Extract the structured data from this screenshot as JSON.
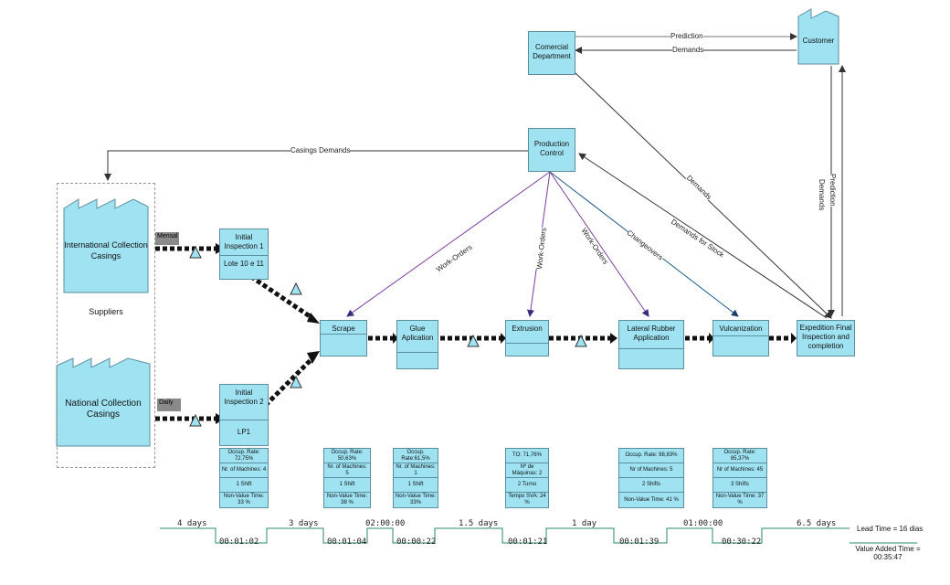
{
  "suppliers": {
    "international": "International Collection Casings",
    "national": "National Collection Casings",
    "label": "Suppliers"
  },
  "customer": "Customer",
  "commercial": "Comercial Department",
  "production_control": "Production Control",
  "trucks": {
    "monthly": "Mensal",
    "daily": "Daily"
  },
  "processes": {
    "ii1_title": "Initial Inspection 1",
    "ii1_sub": "Lote 10 e 11",
    "ii2_title": "Initial Inspection 2",
    "ii2_sub": "LP1",
    "scrape": "Scrape",
    "glue": "Glue Aplication",
    "extrusion": "Extrusion",
    "lateral": "Lateral Rubber Application",
    "vulcanization": "Vulcanization",
    "expedition": "Expedition Final Inspection and completion"
  },
  "flows": {
    "prediction": "Prediction",
    "demands": "Demands",
    "casings_demands": "Casings Demands",
    "work_orders": "Work-Orders",
    "changeovers": "Changeovers",
    "demands_for_stock": "Demands for Stock"
  },
  "data_boxes": {
    "ii": [
      "Occup. Rate: 72,75%",
      "Nr. of Machines: 4",
      "1 Shift",
      "Non-Value Time: 33 %"
    ],
    "scrape": [
      "Occup. Rate: 50,63%",
      "Nr. of Machines: 5",
      "1 Shift",
      "Non-Value Time: 38 %"
    ],
    "glue": [
      "Occup. Rate:61,5%",
      "Nr. of Machines: 1",
      "1 Shift",
      "Non-Value Time: 33%"
    ],
    "extrusion": [
      "TO: 71,76%",
      "Nº de Máquinas: 2",
      "2 Turno",
      "Tempo SVA: 24 %"
    ],
    "lateral": [
      "Occup. Rate: 98,83%",
      "Nr of Machines: 5",
      "2 Shifts",
      "Non-Value Time: 41 %"
    ],
    "vulcanization": [
      "Occup. Rate: 85,37%",
      "Nr of Machines: 45",
      "3 Shifts",
      "Non-Value Time: 37 %"
    ]
  },
  "timeline": {
    "waits": [
      "4 days",
      "3 days",
      "1.5 days",
      "1 day",
      "6.5 days"
    ],
    "waits_hms": [
      "02:00:00",
      "01:00:00"
    ],
    "process_times": [
      "00:01:02",
      "00:01:04",
      "00:00:22",
      "00:01:21",
      "00:01:39",
      "00:30:22"
    ],
    "lead_time": "Lead Time = 16 dias",
    "value_added": "Value Added Time = 00:35:47"
  },
  "colors": {
    "box_fill": "#9fe3f3",
    "box_border": "#5b8fa0",
    "work_order_line": "#7b3fa0",
    "info_line": "#333333"
  }
}
